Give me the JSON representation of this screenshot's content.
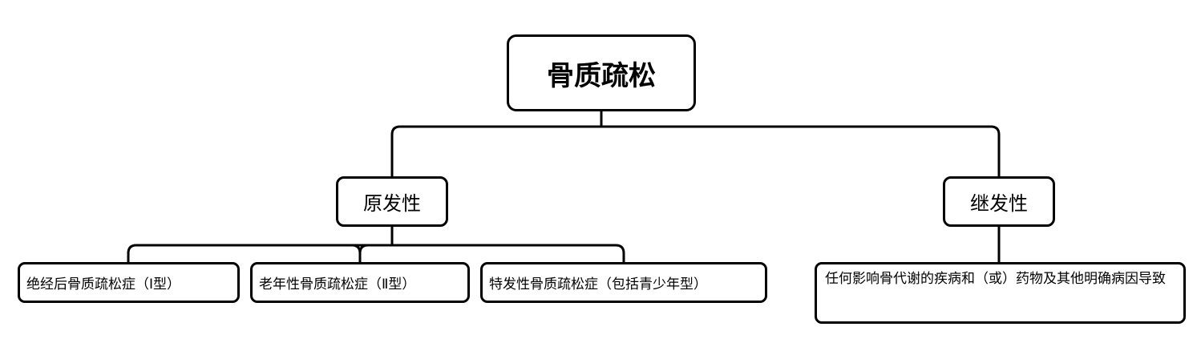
{
  "root": {
    "label": "骨质疏松"
  },
  "categories": [
    {
      "label": "原发性",
      "children": [
        {
          "label": "绝经后骨质疏松症（Ⅰ型）"
        },
        {
          "label": "老年性骨质疏松症（Ⅱ型）"
        },
        {
          "label": "特发性骨质疏松症（包括青少年型）"
        }
      ]
    },
    {
      "label": "继发性",
      "children": [
        {
          "label": "任何影响骨代谢的疾病和（或）药物及其他明确病因导致"
        }
      ]
    }
  ],
  "colors": {
    "line": "#000000",
    "node_fill": "#ffffff",
    "text": "#000000"
  }
}
